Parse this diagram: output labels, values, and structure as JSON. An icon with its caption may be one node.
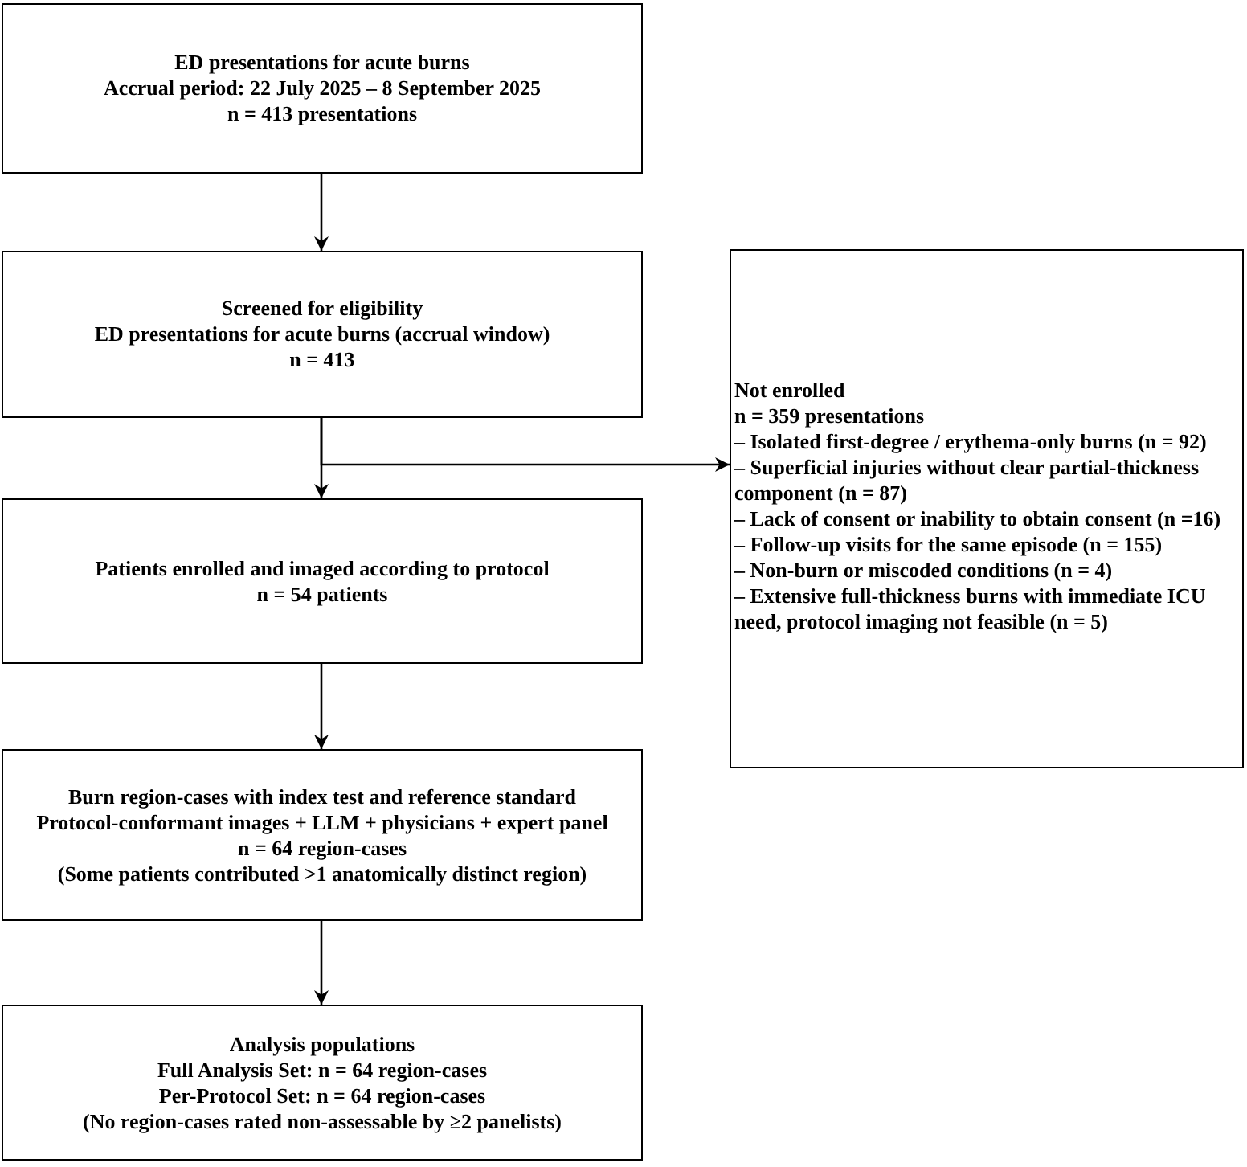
{
  "diagram": {
    "nodes": [
      {
        "text": [
          "ED presentations for acute burns",
          "Accrual period: 22 July 2025 – 8 September 2025",
          "n = 413 presentations"
        ]
      },
      {
        "text": [
          "Screened for eligibility",
          "ED presentations for acute burns (accrual window)",
          "n = 413"
        ]
      },
      {
        "text": [
          "Patients enrolled and imaged according to protocol",
          "n = 54 patients"
        ]
      },
      {
        "text": [
          "Burn region-cases with index test and reference standard",
          "Protocol-conformant images + LLM + physicians + expert panel",
          "n = 64 region-cases",
          "(Some patients contributed >1 anatomically distinct region)"
        ]
      },
      {
        "text": [
          "Analysis populations",
          "Full Analysis Set: n = 64 region-cases",
          "Per-Protocol Set: n = 64 region-cases",
          "(No region-cases rated non-assessable by ≥2 panelists)"
        ]
      },
      {
        "text": [
          "Not enrolled",
          "n = 359 presentations",
          "– Isolated first-degree / erythema-only burns (n = 92)",
          "– Superficial injuries without clear partial-thickness component (n = 87)",
          "– Lack of consent or inability to obtain consent (n =16)",
          "– Follow-up visits for the same episode (n = 155)",
          "– Non-burn or miscoded conditions (n = 4)",
          "– Extensive full-thickness burns with immediate ICU need, protocol imaging not feasible (n = 5)"
        ]
      }
    ],
    "edges": [
      {
        "from": 0,
        "to": 1,
        "arrow": "to"
      },
      {
        "from": 1,
        "to": 2,
        "arrow": "to"
      },
      {
        "from": 1,
        "to": 5,
        "arrow": "to"
      },
      {
        "from": 2,
        "to": 3,
        "arrow": "to"
      },
      {
        "from": 3,
        "to": 4,
        "arrow": "to"
      }
    ]
  }
}
